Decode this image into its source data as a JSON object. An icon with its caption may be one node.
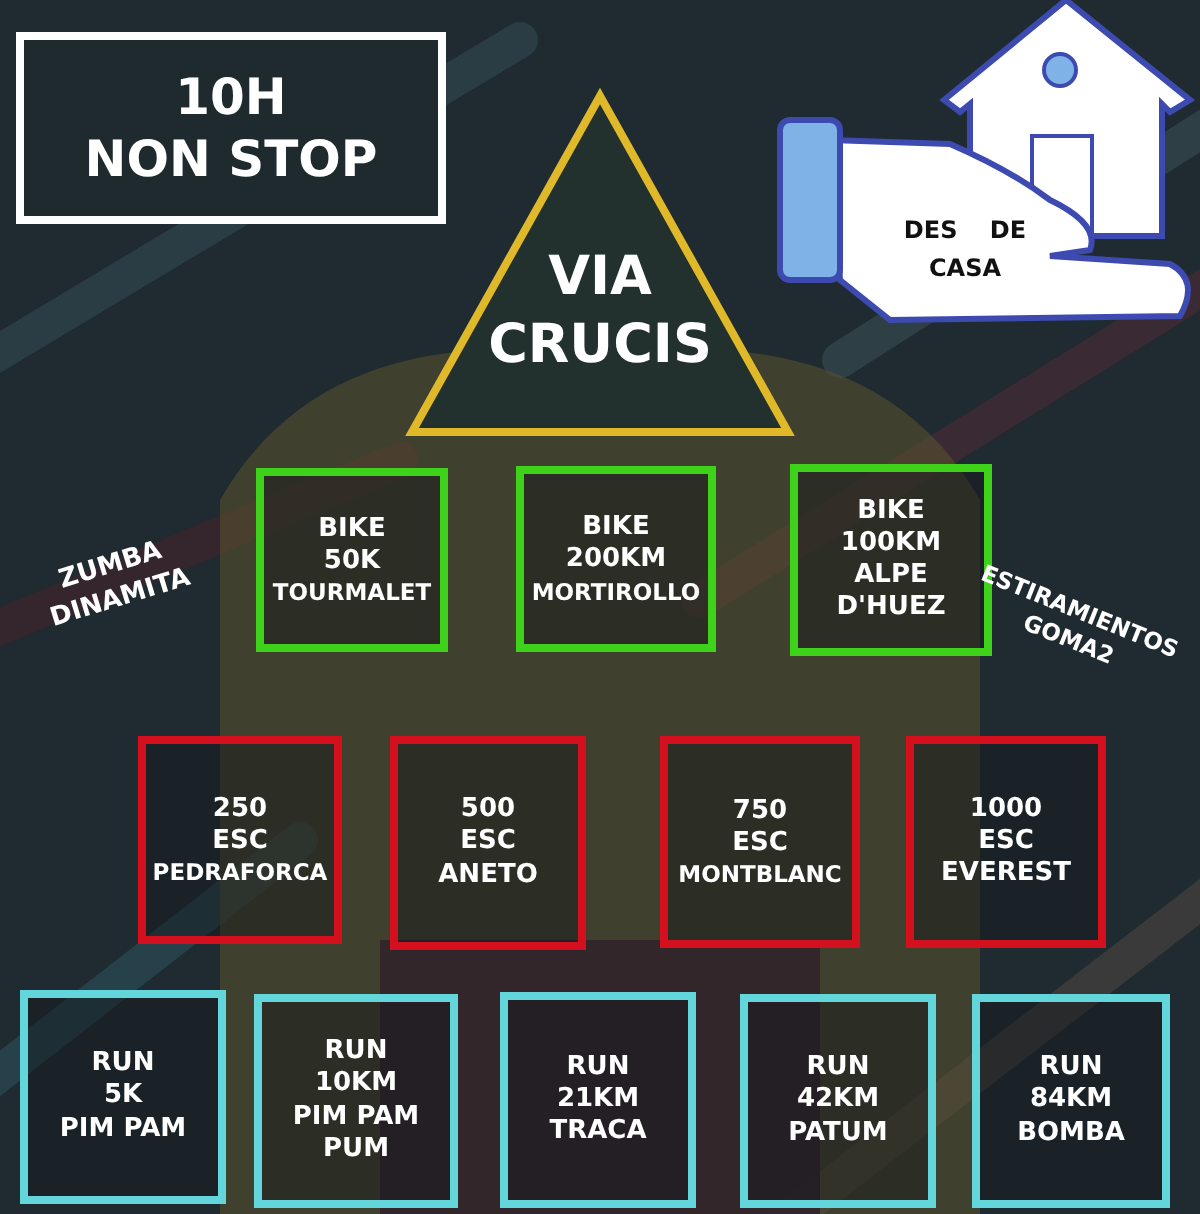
{
  "diagram": {
    "nodes": [
      {
        "text": [
          "10H",
          "NON STOP"
        ]
      },
      {
        "text": [
          "VIA",
          "CRUCIS"
        ]
      },
      {
        "text": [
          "DES DE CASA"
        ]
      },
      {
        "text": [
          "BIKE",
          "50K",
          "TOURMALET"
        ]
      },
      {
        "text": [
          "BIKE",
          "200KM",
          "MORTIROLLO"
        ]
      },
      {
        "text": [
          "BIKE",
          "100KM",
          "ALPE",
          "D'HUEZ"
        ]
      },
      {
        "text": [
          "250",
          "ESC",
          "PEDRAFORCA"
        ]
      },
      {
        "text": [
          "500",
          "ESC",
          "ANETO"
        ]
      },
      {
        "text": [
          "750",
          "ESC",
          "MONTBLANC"
        ]
      },
      {
        "text": [
          "1000",
          "ESC",
          "EVEREST"
        ]
      },
      {
        "text": [
          "RUN",
          "5K",
          "PIM PAM"
        ]
      },
      {
        "text": [
          "RUN",
          "10KM",
          "PIM PAM",
          "PUM"
        ]
      },
      {
        "text": [
          "RUN",
          "21KM",
          "TRACA"
        ]
      },
      {
        "text": [
          "RUN",
          "42KM",
          "PATUM"
        ]
      },
      {
        "text": [
          "RUN",
          "84KM",
          "BOMBA"
        ]
      }
    ],
    "labels": [
      "ZUMBA DINAMITA",
      "ESTIRAMIENTOS GOMA2"
    ]
  }
}
